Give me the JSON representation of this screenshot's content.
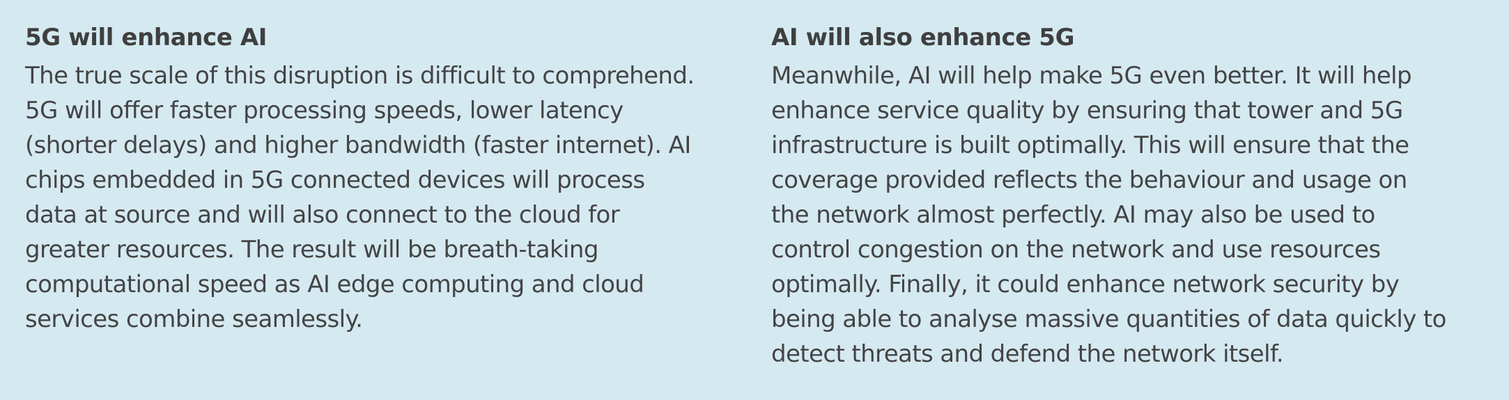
{
  "left_column": {
    "heading": "5G will enhance AI",
    "lines": [
      "The true scale of this disruption is difficult to comprehend.",
      "5G will offer faster processing speeds, lower latency",
      "(shorter delays) and higher bandwidth (faster internet). AI",
      "chips embedded in 5G connected devices will process",
      "data at source and will also connect to the cloud for",
      "greater resources. The result will be breath-taking",
      "computational speed as AI edge computing and cloud",
      "services combine seamlessly."
    ]
  },
  "right_column": {
    "heading": "AI will also enhance 5G",
    "lines": [
      "Meanwhile, AI will help make 5G even better. It will help",
      "enhance service quality by ensuring that tower and 5G",
      "infrastructure is built optimally. This will ensure that the",
      "coverage provided reflects the behaviour and usage on",
      "the network almost perfectly. AI may also be used to",
      "control congestion on the network and use resources",
      "optimally. Finally, it could enhance network security by",
      "being able to analyse massive quantities of data quickly to",
      "detect threats and defend the network itself."
    ]
  }
}
